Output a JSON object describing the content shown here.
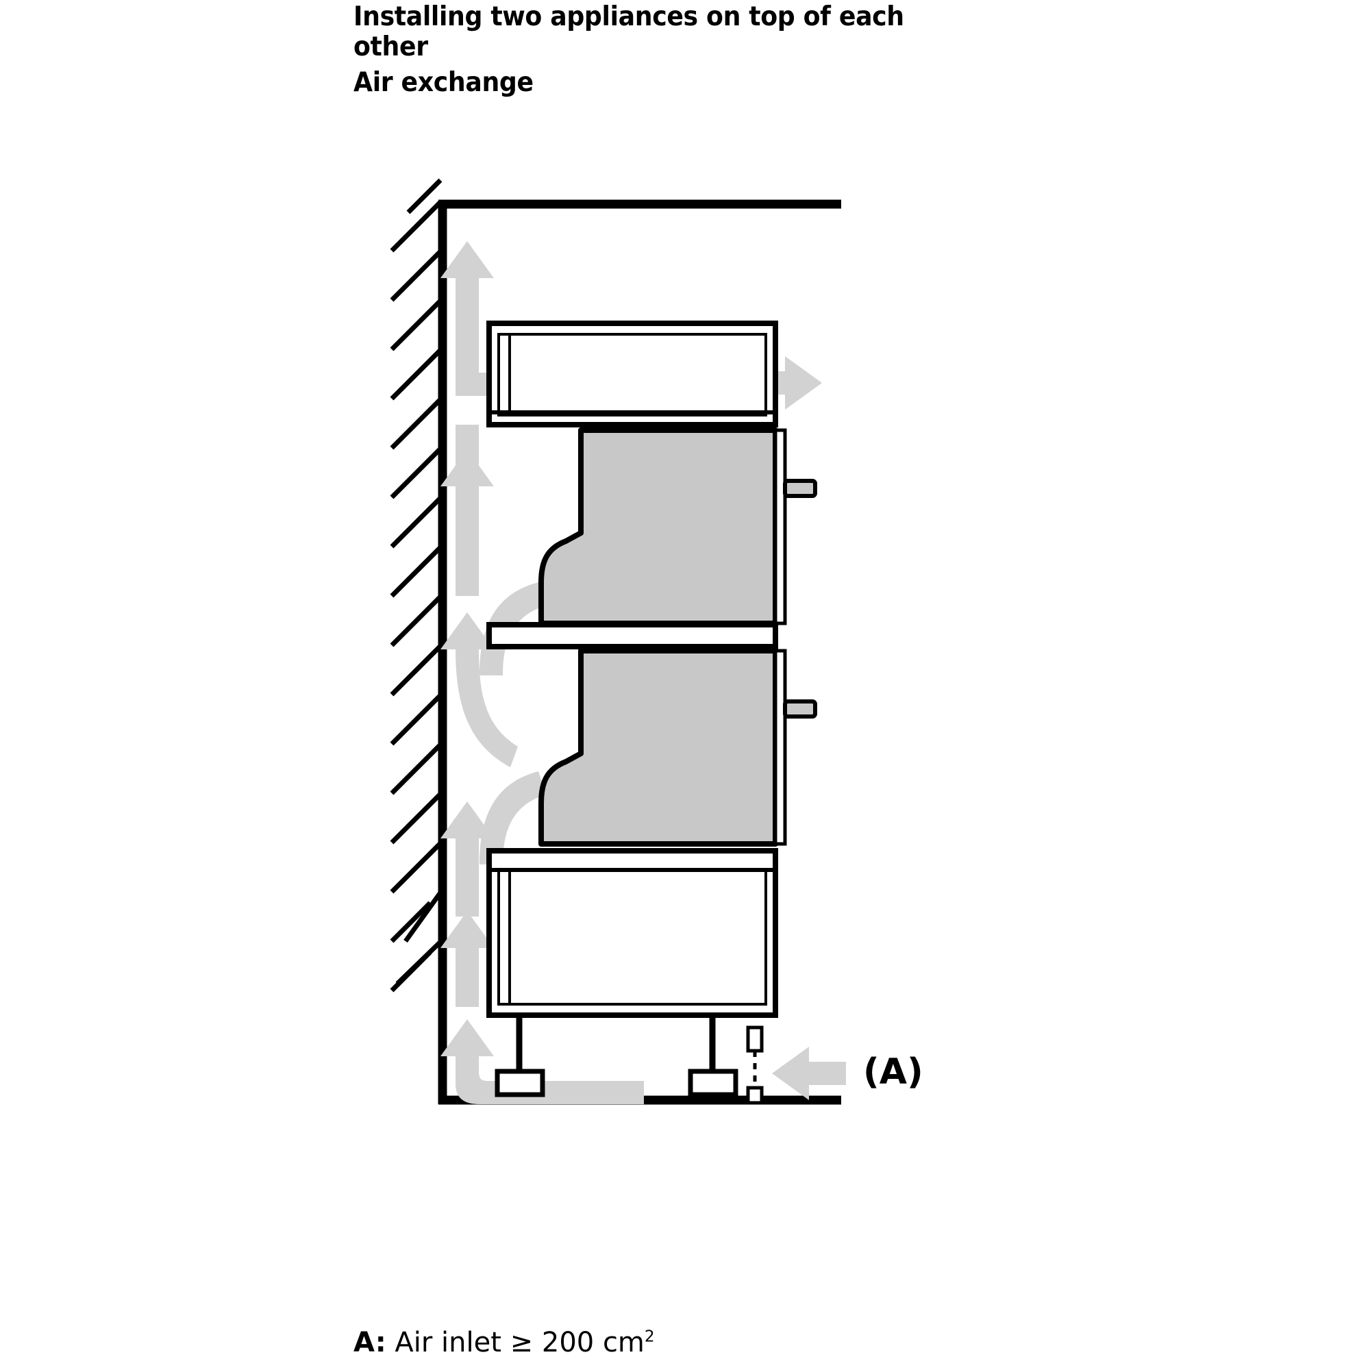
{
  "heading": {
    "title_line1": "Installing two appliances on top of each",
    "title_line2": "other",
    "subtitle": "Air exchange"
  },
  "caption": {
    "key": "A:",
    "value": "Air inlet ≥ 200 cm",
    "superscript": "2"
  },
  "figure": {
    "label_a": "(A)",
    "alt": "Cross-section of a tall kitchen housing unit against a hatched wall, with two appliances stacked on top of each other and grey arrows showing the air flow path from the air inlet at the bottom up behind the appliances and out at the top.",
    "colors": {
      "outline": "#000000",
      "arrow_fill": "#d2d2d2",
      "appliance_fill": "#c8c8c8",
      "cabinet_fill": "#ffffff",
      "background": "#ffffff"
    },
    "parts": [
      {
        "name": "wall-hatching",
        "description": "Hatched wall at left"
      },
      {
        "name": "upper-cabinet-shelf",
        "description": "Empty cabinet compartment at top"
      },
      {
        "name": "appliance-upper",
        "description": "Upper built-in appliance (grey)"
      },
      {
        "name": "appliance-lower",
        "description": "Lower built-in appliance (grey)"
      },
      {
        "name": "base-cabinet",
        "description": "Base cabinet / plinth compartment"
      },
      {
        "name": "air-inlet-arrow",
        "description": "Arrow pointing to air inlet (A)"
      }
    ]
  }
}
